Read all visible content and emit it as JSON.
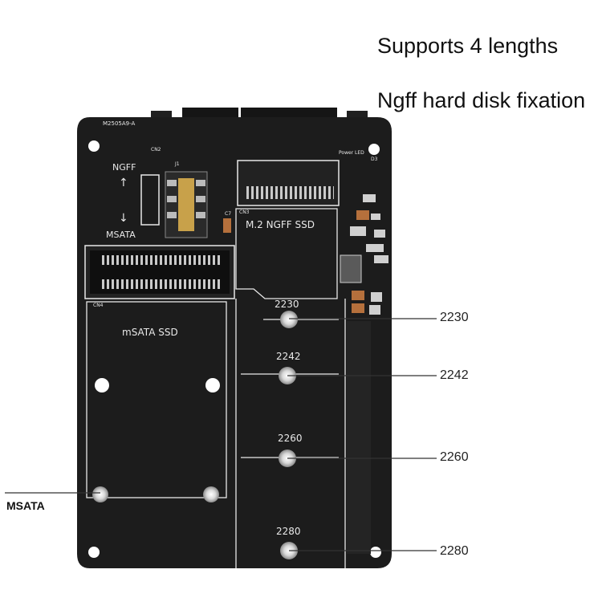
{
  "headline": {
    "line1": "Supports 4 lengths",
    "line2": "Ngff hard disk fixation"
  },
  "board": {
    "model": "M2505A9-A",
    "cn2": "CN2",
    "power_led": "Power LED",
    "d3": "D3",
    "j1": "J1",
    "c7": "C7",
    "cn3": "CN3",
    "cn4": "CN4",
    "ngff": "NGFF",
    "msata": "MSATA",
    "m2_slot": "M.2   NGFF SSD",
    "msata_slot": "mSATA SSD",
    "markers": [
      "2230",
      "2242",
      "2260",
      "2280"
    ]
  },
  "callouts": {
    "right": [
      "2230",
      "2242",
      "2260",
      "2280"
    ],
    "left": "MSATA"
  },
  "colors": {
    "board": "#1c1c1c",
    "silkscreen": "#e8e8e8",
    "gold": "#c8a14a",
    "mounting_hole": "#ffffff"
  }
}
